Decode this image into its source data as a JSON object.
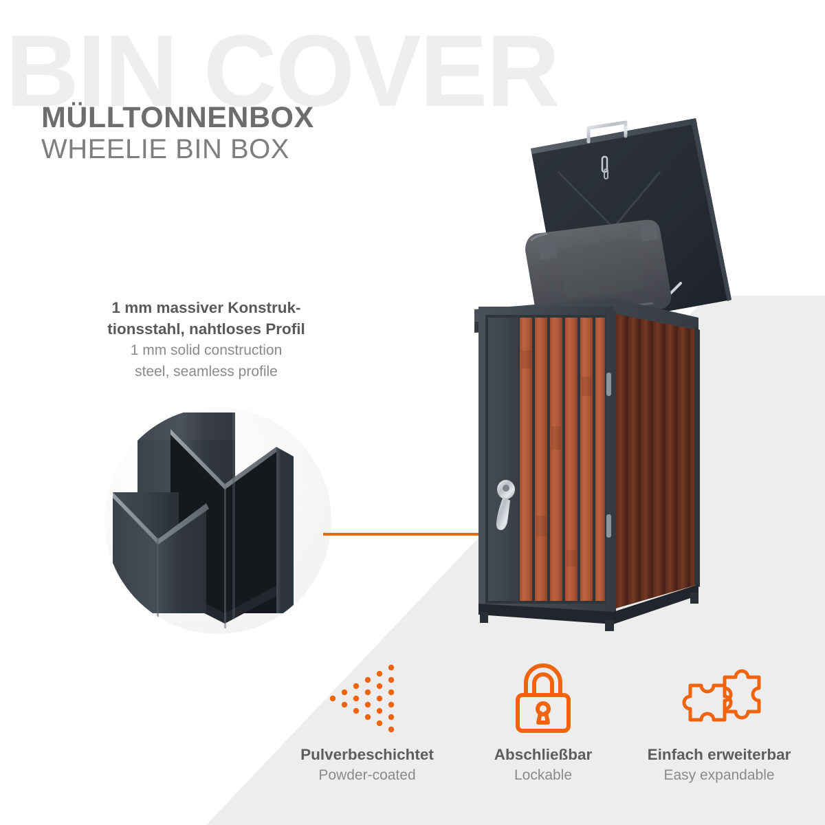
{
  "watermark": {
    "text": "BIN COVER"
  },
  "header": {
    "title_de": "MÜLLTONNENBOX",
    "title_en": "WHEELIE BIN BOX"
  },
  "feature_callout": {
    "text_de_line1": "1 mm massiver Konstruk-",
    "text_de_line2": "tionsstahl, nahtloses Profil",
    "text_en_line1": "1 mm solid construction",
    "text_en_line2": "steel, seamless profile",
    "magnifier_name": "steel-profile-closeup",
    "connector_color": "#f0640f"
  },
  "product": {
    "name": "wheelie-bin-box",
    "lid_color": "#2b3038",
    "frame_color": "#3a4049",
    "front_slat_color": "#b25a36",
    "side_slat_color": "#6d3322",
    "bin_lid_color": "#55585c",
    "handle_color": "#c9ccd1"
  },
  "features": [
    {
      "icon": "spray-dots-icon",
      "label_de": "Pulverbeschichtet",
      "label_en": "Powder-coated"
    },
    {
      "icon": "padlock-icon",
      "label_de": "Abschließbar",
      "label_en": "Lockable"
    },
    {
      "icon": "puzzle-pieces-icon",
      "label_de": "Einfach erweiterbar",
      "label_en": "Easy expandable"
    }
  ],
  "colors": {
    "accent": "#f0640f",
    "heading": "#6d6d6d",
    "subtext": "#8a8a8a",
    "bg_diagonal": "#ededed",
    "watermark": "#eeeeee"
  }
}
